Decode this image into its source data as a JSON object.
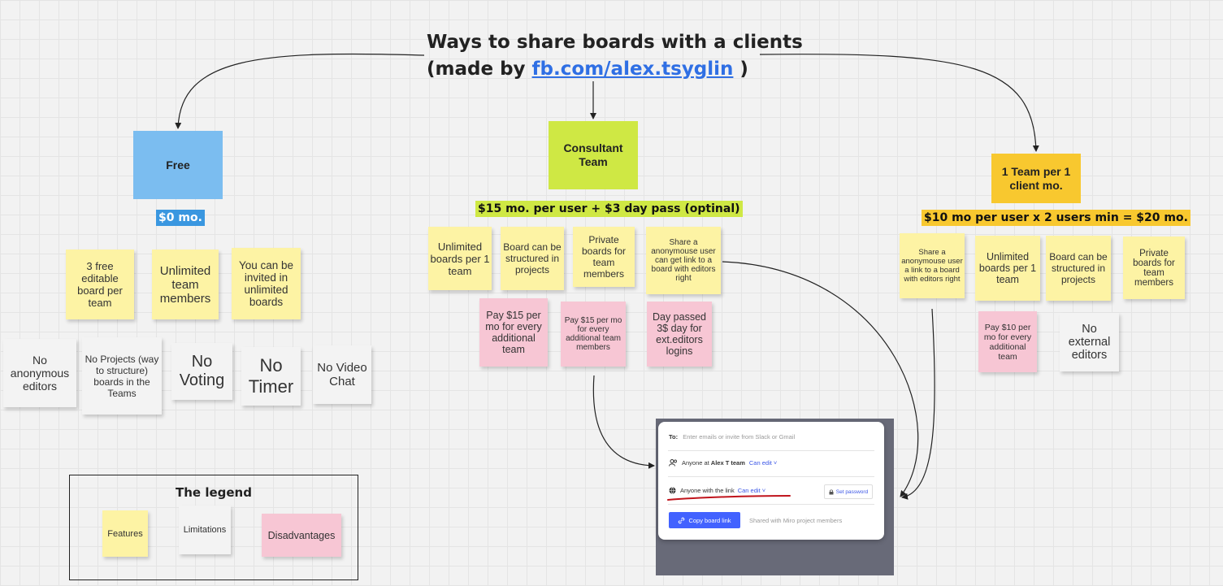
{
  "title": {
    "line1": "Ways to share boards with a clients",
    "line2_prefix": "(made by ",
    "link": "fb.com/alex.tsyglin",
    "line2_suffix": " )"
  },
  "plans": {
    "free": {
      "name": "Free",
      "price": "$0 mo.",
      "color": "#7bbdf0"
    },
    "consultant": {
      "name": "Consultant Team",
      "price": "$15 mo. per user + $3 day pass (optinal)",
      "color": "#cfe844"
    },
    "team": {
      "name": "1 Team per 1 client  mo.",
      "price": "$10 mo per user x 2 users min = $20 mo.",
      "color": "#f8c82f"
    }
  },
  "free": {
    "features": [
      "3 free editable board per team",
      "Unlimited team members",
      "You can be invited in unlimited boards"
    ],
    "limitations": [
      "No anonymous editors",
      "No Projects (way to structure) boards in the Teams",
      "No Voting",
      "No Timer",
      "No Video Chat"
    ]
  },
  "consultant": {
    "features": [
      "Unlimited boards per 1 team",
      "Board can be structured in projects",
      "Private boards for team members",
      "Share a anonymouse user can get link to a board with editors right"
    ],
    "disadvantages": [
      "Pay $15 per mo for every additional team",
      "Pay $15 per mo for every additional team members",
      "Day passed 3$ day for ext.editors logins"
    ]
  },
  "team": {
    "features": [
      "Share a anonymouse user a link to a board with editors right",
      "Unlimited boards per 1 team",
      "Board can be structured in projects",
      "Private boards for team members"
    ],
    "disadvantages": [
      "Pay $10 per mo for every additional team"
    ],
    "limitations": [
      "No external editors"
    ]
  },
  "legend": {
    "title": "The legend",
    "features": "Features",
    "limitations": "Limitations",
    "disadvantages": "Disadvantages"
  },
  "dialog": {
    "to_label": "To:",
    "to_placeholder": "Enter emails or invite from Slack or Gmail",
    "team_prefix": "Anyone at ",
    "team_name": "Alex T team",
    "team_perm": "Can edit",
    "link_label": "Anyone with the link",
    "link_perm": "Can edit",
    "password": "Set password",
    "copy": "Copy board link",
    "shared": "Shared with Miro project members"
  },
  "colors": {
    "sticky_yellow": "#fdf3a4",
    "sticky_pink": "#f7c6d4",
    "sticky_white": "#f3f3f3",
    "highlight_line": "#c0141c",
    "link_blue": "#2f6fe4",
    "button_blue": "#4262ff"
  },
  "icons": [
    "people-icon",
    "globe-icon",
    "lock-icon",
    "link-icon",
    "chevron-down-icon"
  ]
}
